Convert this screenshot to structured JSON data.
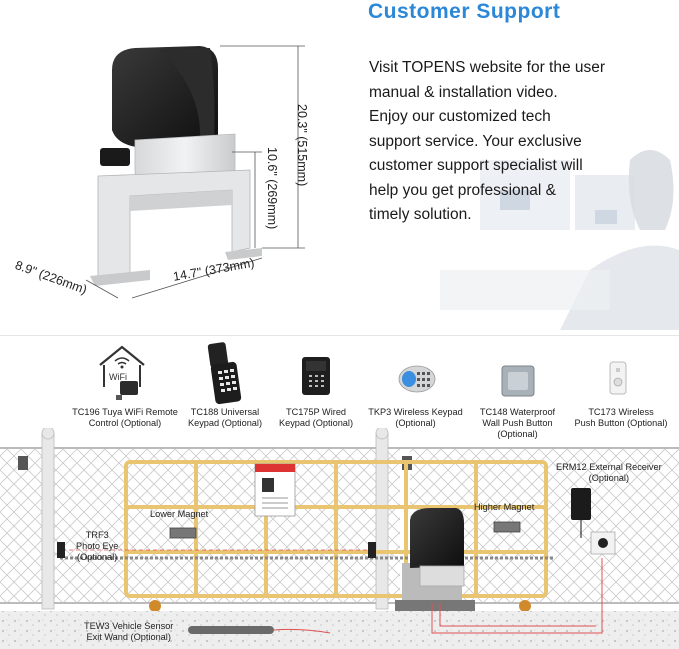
{
  "support": {
    "title": "Customer  Support",
    "lines": [
      "Visit TOPENS website for the user",
      "manual & installation video.",
      "Enjoy our customized tech",
      "support service. Your exclusive",
      "customer support specialist will",
      "help you get professional &",
      "timely solution."
    ]
  },
  "dimensions": {
    "height_total": "20.3\" (515mm)",
    "height_base": "10.6\" (269mm)",
    "depth": "8.9\" (226mm)",
    "width": "14.7\" (373mm)"
  },
  "accessories": [
    {
      "icon": "wifi-remote-icon",
      "line1": "TC196 Tuya WiFi Remote",
      "line2": "Control (Optional)",
      "line3": ""
    },
    {
      "icon": "universal-keypad-icon",
      "line1": "TC188 Universal",
      "line2": "Keypad (Optional)",
      "line3": ""
    },
    {
      "icon": "wired-keypad-icon",
      "line1": "TC175P Wired",
      "line2": "Keypad (Optional)",
      "line3": ""
    },
    {
      "icon": "wireless-keypad-icon",
      "line1": "TKP3 Wireless Keypad",
      "line2": "(Optional)",
      "line3": ""
    },
    {
      "icon": "wall-push-button-icon",
      "line1": "TC148 Waterproof",
      "line2": "Wall Push Button",
      "line3": "(Optional)"
    },
    {
      "icon": "wireless-push-button-icon",
      "line1": "TC173 Wireless",
      "line2": "Push Button (Optional)",
      "line3": ""
    }
  ],
  "wifi_text": "WiFi",
  "scene": {
    "lower_magnet": "Lower Magnet",
    "higher_magnet": "Higher Magnet",
    "photo_eye_1": "TRF3",
    "photo_eye_2": "Photo Eye",
    "photo_eye_3": "(Optional)",
    "receiver_1": "ERM12 External Receiver",
    "receiver_2": "(Optional)",
    "sensor_1": "TEW3 Vehicle Sensor",
    "sensor_2": "Exit Wand (Optional)"
  },
  "colors": {
    "title": "#2b87d8",
    "gate": "#f2d58a",
    "motor": "#1c1c1c"
  }
}
